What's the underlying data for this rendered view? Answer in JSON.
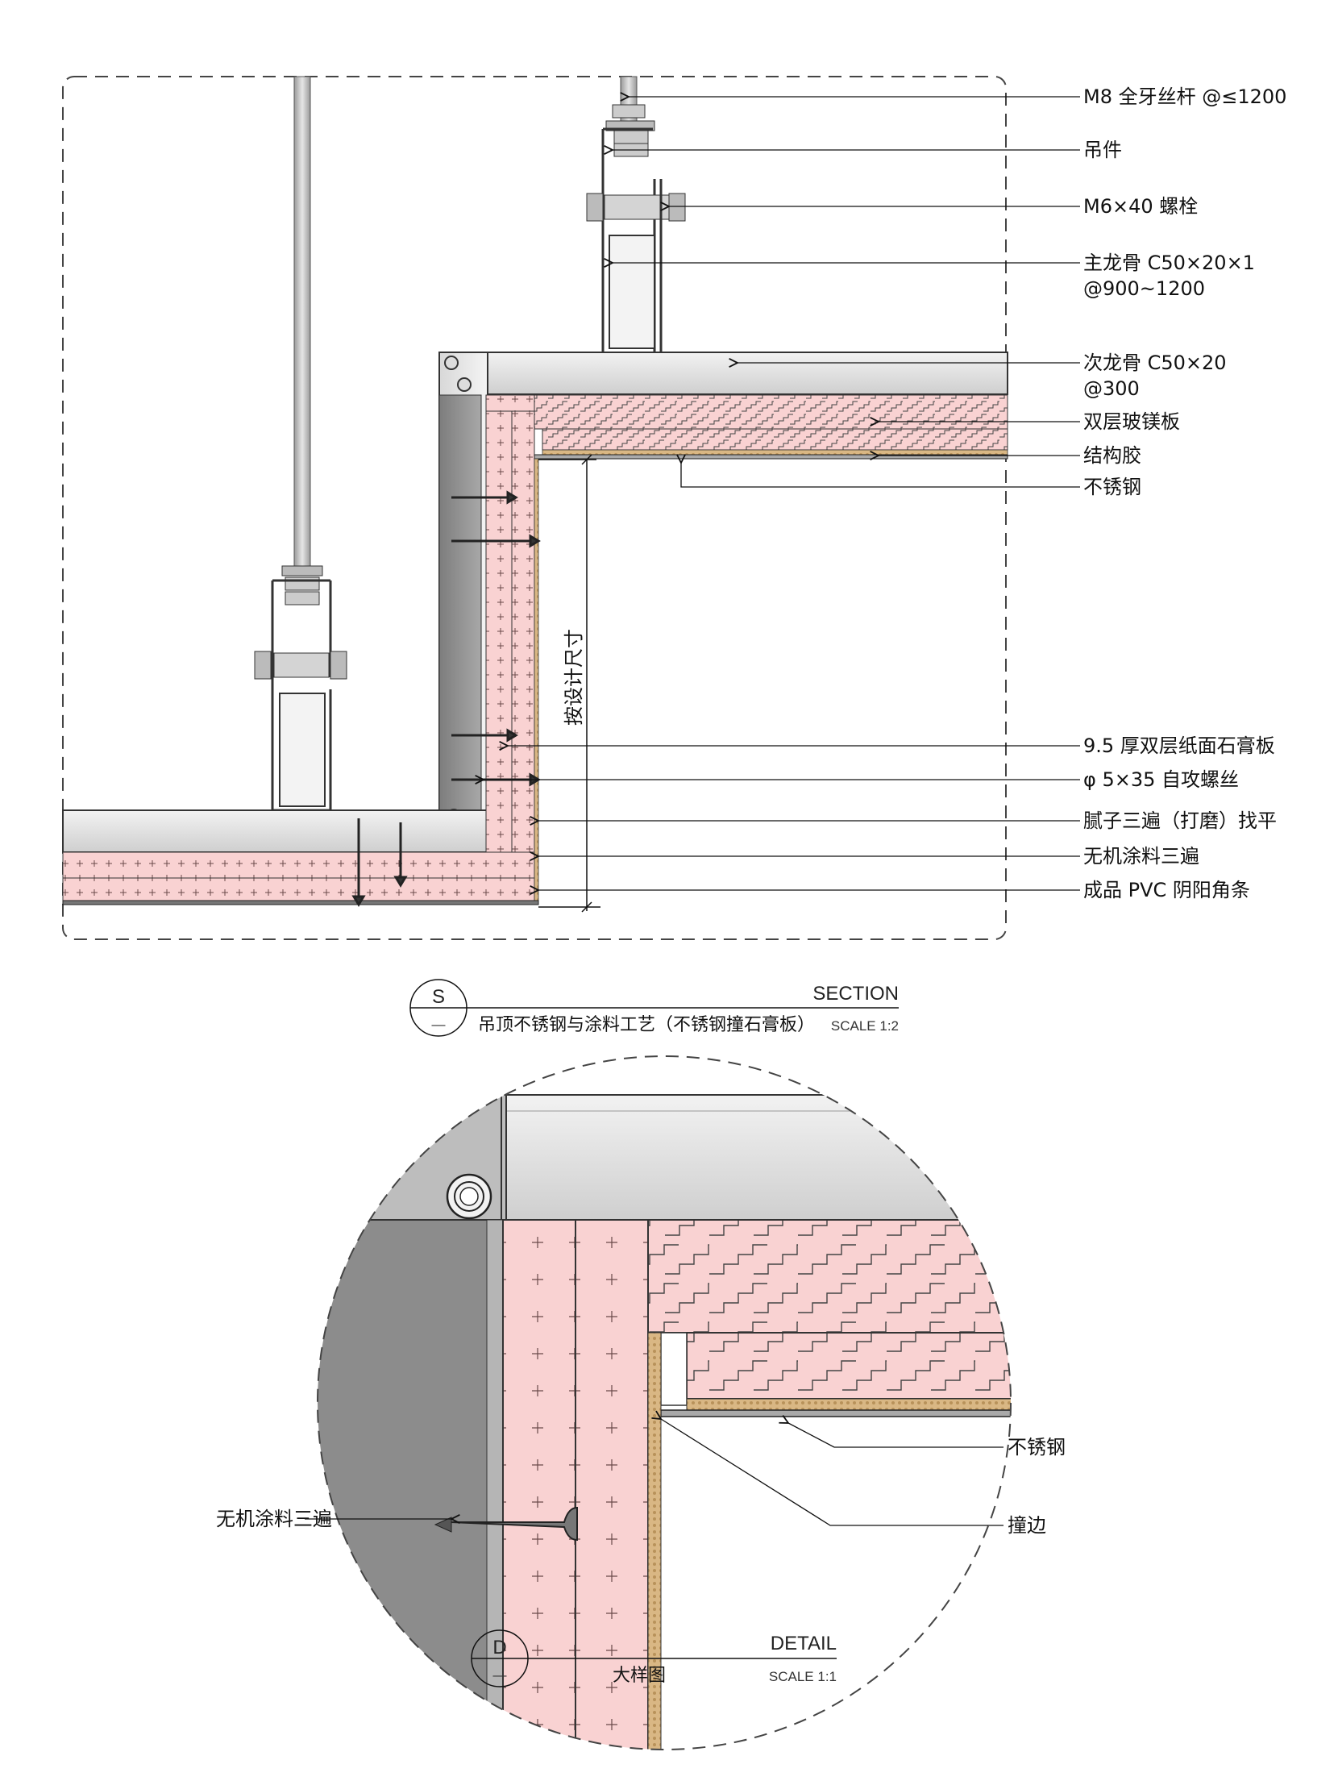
{
  "section": {
    "labels": [
      "M8 全牙丝杆 @≤1200",
      "吊件",
      "M6×40 螺栓",
      "主龙骨 C50×20×1",
      "@900~1200",
      "次龙骨 C50×20",
      "@300",
      "双层玻镁板",
      "结构胶",
      "不锈钢",
      "9.5 厚双层纸面石膏板",
      "φ 5×35 自攻螺丝",
      "腻子三遍（打磨）找平",
      "无机涂料三遍",
      "成品 PVC 阴阳角条"
    ],
    "dimension_label": "按设计尺寸",
    "title_block": {
      "symbol": "S",
      "sheet": "—",
      "type": "SECTION",
      "name": "吊顶不锈钢与涂料工艺（不锈钢撞石膏板）",
      "scale": "SCALE 1:2"
    }
  },
  "detail": {
    "labels": {
      "stainless": "不锈钢",
      "butt_edge": "撞边",
      "paint": "无机涂料三遍"
    },
    "title_block": {
      "symbol": "D",
      "sheet": "—",
      "type": "DETAIL",
      "name": "大样图",
      "scale": "SCALE 1:1"
    }
  },
  "colors": {
    "board_fill": "#f9d2d2",
    "steel_light": "#e8e8e8",
    "steel_dark": "#8f8f8f",
    "sealant": "#d6b27a",
    "line": "#222222"
  }
}
